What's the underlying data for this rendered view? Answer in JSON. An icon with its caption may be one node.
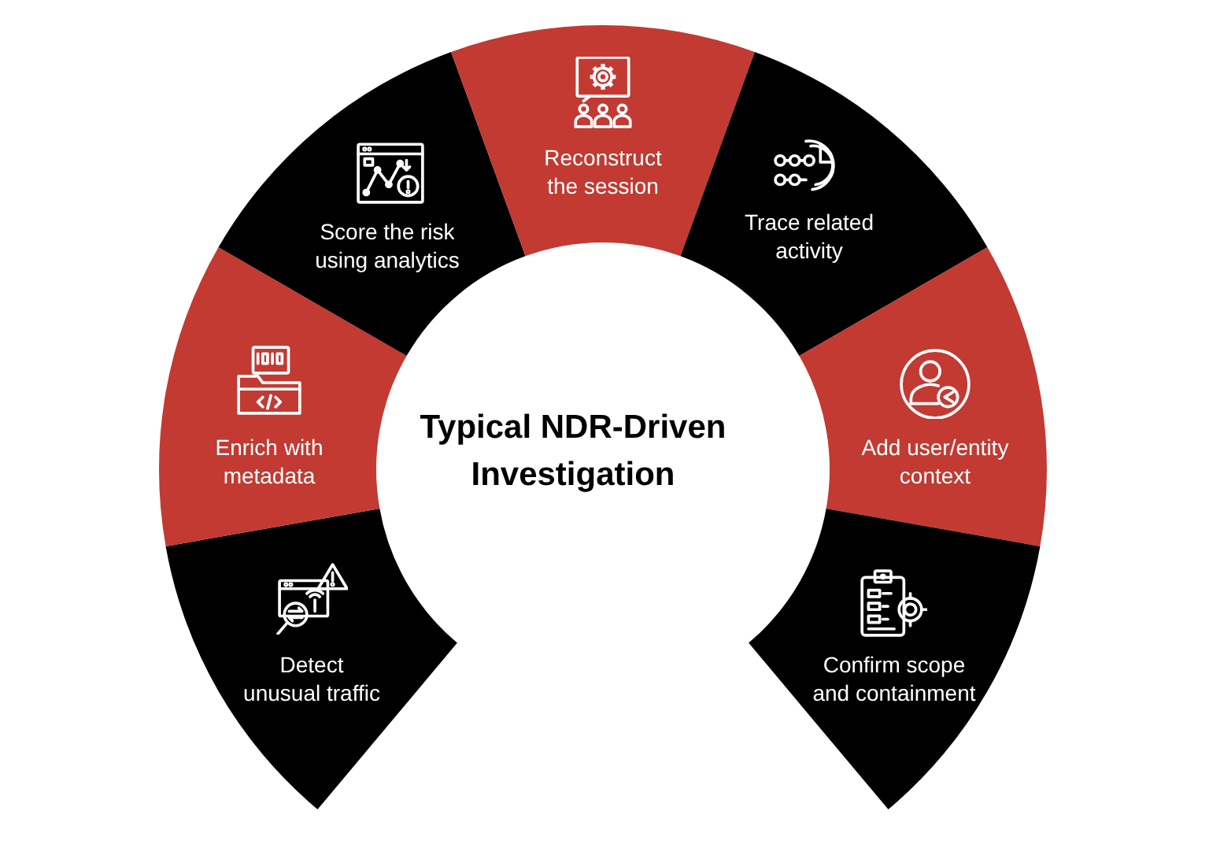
{
  "diagram": {
    "title": "Typical NDR-Driven Investigation",
    "nodes": [
      {
        "text": [
          "Detect unusual traffic"
        ]
      },
      {
        "text": [
          "Enrich with metadata"
        ]
      },
      {
        "text": [
          "Score the risk using analytics"
        ]
      },
      {
        "text": [
          "Reconstruct the session"
        ]
      },
      {
        "text": [
          "Trace related activity"
        ]
      },
      {
        "text": [
          "Add user/entity context"
        ]
      },
      {
        "text": [
          "Confirm scope and containment"
        ]
      }
    ]
  }
}
